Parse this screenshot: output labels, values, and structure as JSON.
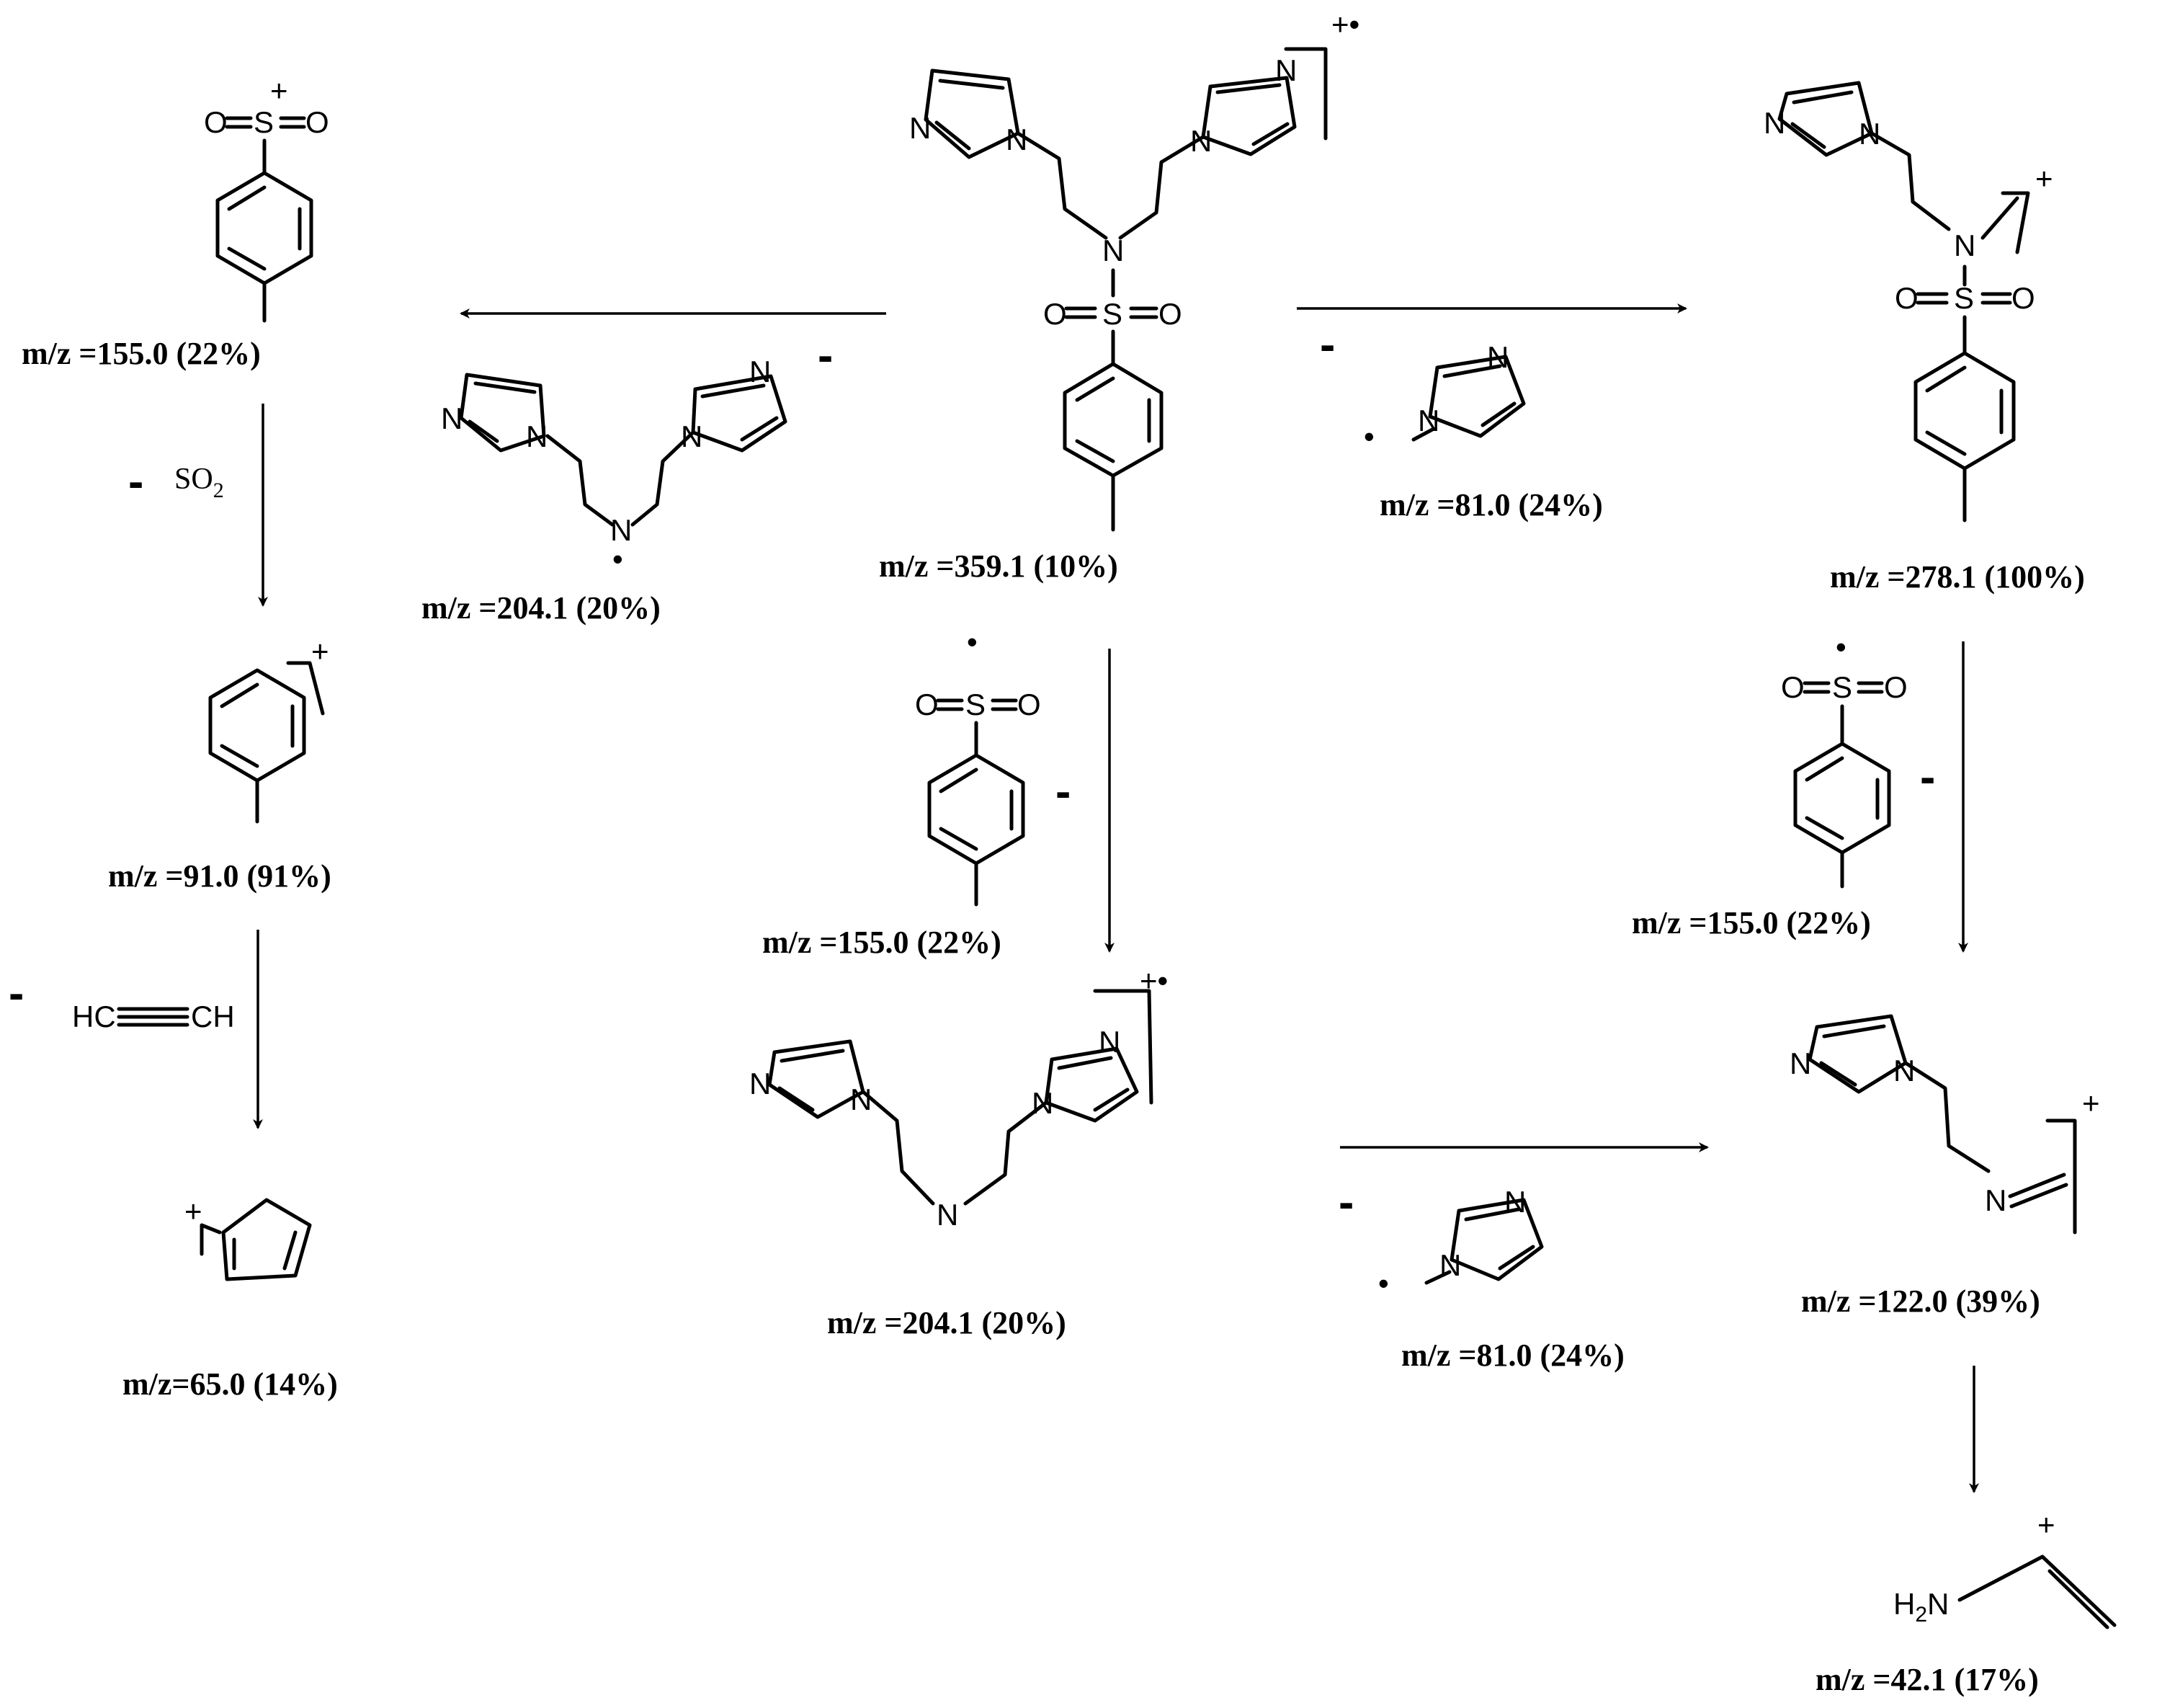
{
  "labels": {
    "parent": "m/z  =359.1 (10%)",
    "tosyl_top_left": "m/z =155.0 (22%)",
    "diamine_radical_left": "m/z =204.1 (20%)",
    "imidazolyl_top_right": "m/z =81.0 (24%)",
    "sulfonamide_right": "m/z =278.1 (100%)",
    "tropylium": "m/z =91.0 (91%)",
    "tosyl_middle": "m/z =155.0 (22%)",
    "tosyl_right": "m/z =155.0 (22%)",
    "diamine_center": "m/z =204.1 (20%)",
    "imidazolyl_bottom": "m/z =81.0 (24%)",
    "imine_ion": "m/z =122.0 (39%)",
    "cyclopentadienyl": "m/z=65.0 (14%)",
    "vinylamine": "m/z =42.1 (17%)"
  },
  "neutral_losses": {
    "minus_sign": "-",
    "so2": "SO",
    "so2_subscript": "2",
    "acetylene_left": "HC",
    "acetylene_right": "CH"
  },
  "atoms": {
    "N": "N",
    "O": "O",
    "S": "S",
    "H2N": "H",
    "H2N_sub": "2",
    "H2N_N": "N"
  },
  "charges": {
    "radical_cation": "+•",
    "cation": "+",
    "radical": "•"
  }
}
